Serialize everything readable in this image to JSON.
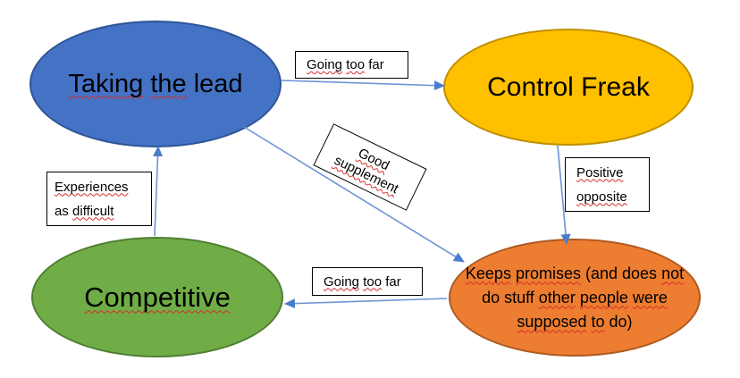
{
  "diagram": {
    "background": "#ffffff",
    "colors": {
      "node_blue_fill": "#4472C4",
      "node_blue_border": "#2F5597",
      "node_yellow_fill": "#FFC000",
      "node_yellow_border": "#BF9000",
      "node_green_fill": "#70AD47",
      "node_green_border": "#507E32",
      "node_orange_fill": "#ED7D31",
      "node_orange_border": "#AE5A21",
      "connector_line": "#6E93D6",
      "arrowhead": "#4A7CC9",
      "spellcheck_squiggle": "#D62B2B",
      "label_box_border": "#000000",
      "text": "#000000"
    },
    "nodes": {
      "taking_the_lead": {
        "text": "Taking the lead",
        "tokens": [
          {
            "text": "Taking",
            "misspelled": true
          },
          {
            "text": " ",
            "misspelled": false
          },
          {
            "text": "the",
            "misspelled": true
          },
          {
            "text": " lead",
            "misspelled": false
          }
        ]
      },
      "control_freak": {
        "text": "Control Freak",
        "tokens": [
          {
            "text": "Control Freak",
            "misspelled": false
          }
        ]
      },
      "competitive": {
        "text": "Competitive",
        "tokens": [
          {
            "text": "Competitive",
            "misspelled": true
          }
        ]
      },
      "keeps_promises": {
        "text": "Keeps promises (and does not do stuff other people were supposed to do)",
        "lines": [
          [
            {
              "text": "Keeps",
              "misspelled": true
            },
            {
              "text": " ",
              "misspelled": false
            },
            {
              "text": "promises",
              "misspelled": true
            },
            {
              "text": " (and does ",
              "misspelled": false
            },
            {
              "text": "not",
              "misspelled": true
            }
          ],
          [
            {
              "text": "do stuff ",
              "misspelled": false
            },
            {
              "text": "other",
              "misspelled": true
            },
            {
              "text": " ",
              "misspelled": false
            },
            {
              "text": "people",
              "misspelled": true
            },
            {
              "text": " ",
              "misspelled": false
            },
            {
              "text": "were",
              "misspelled": true
            }
          ],
          [
            {
              "text": "supposed",
              "misspelled": true
            },
            {
              "text": " ",
              "misspelled": false
            },
            {
              "text": "to",
              "misspelled": true
            },
            {
              "text": " do)",
              "misspelled": false
            }
          ]
        ]
      }
    },
    "connector_labels": {
      "going_too_far_top": {
        "text": "Going too far",
        "tokens": [
          {
            "text": "Going",
            "misspelled": true
          },
          {
            "text": " ",
            "misspelled": false
          },
          {
            "text": "too",
            "misspelled": true
          },
          {
            "text": " far",
            "misspelled": false
          }
        ]
      },
      "good_supplement": {
        "text": "Good supplement",
        "lines": [
          [
            {
              "text": "Good",
              "misspelled": true
            }
          ],
          [
            {
              "text": "supplement",
              "misspelled": true
            }
          ]
        ]
      },
      "positive_opposite": {
        "text": "Positive opposite",
        "lines": [
          [
            {
              "text": "Positive",
              "misspelled": true
            }
          ],
          [
            {
              "text": "opposite",
              "misspelled": true
            }
          ]
        ]
      },
      "going_too_far_bottom": {
        "text": "Going too far",
        "tokens": [
          {
            "text": "Going",
            "misspelled": true
          },
          {
            "text": " ",
            "misspelled": false
          },
          {
            "text": "too",
            "misspelled": true
          },
          {
            "text": " far",
            "misspelled": false
          }
        ]
      },
      "experiences_as_difficult": {
        "text": "Experiences as difficult",
        "lines": [
          [
            {
              "text": "Experiences",
              "misspelled": true
            }
          ],
          [
            {
              "text": "as ",
              "misspelled": false
            },
            {
              "text": "difficult",
              "misspelled": true
            }
          ]
        ]
      }
    },
    "connectors": [
      {
        "from": "taking_the_lead",
        "to": "control_freak",
        "label": "Going too far"
      },
      {
        "from": "taking_the_lead",
        "to": "keeps_promises",
        "label": "Good supplement"
      },
      {
        "from": "control_freak",
        "to": "keeps_promises",
        "label": "Positive opposite"
      },
      {
        "from": "keeps_promises",
        "to": "competitive",
        "label": "Going too far"
      },
      {
        "from": "competitive",
        "to": "taking_the_lead",
        "label": "Experiences as difficult"
      }
    ]
  }
}
